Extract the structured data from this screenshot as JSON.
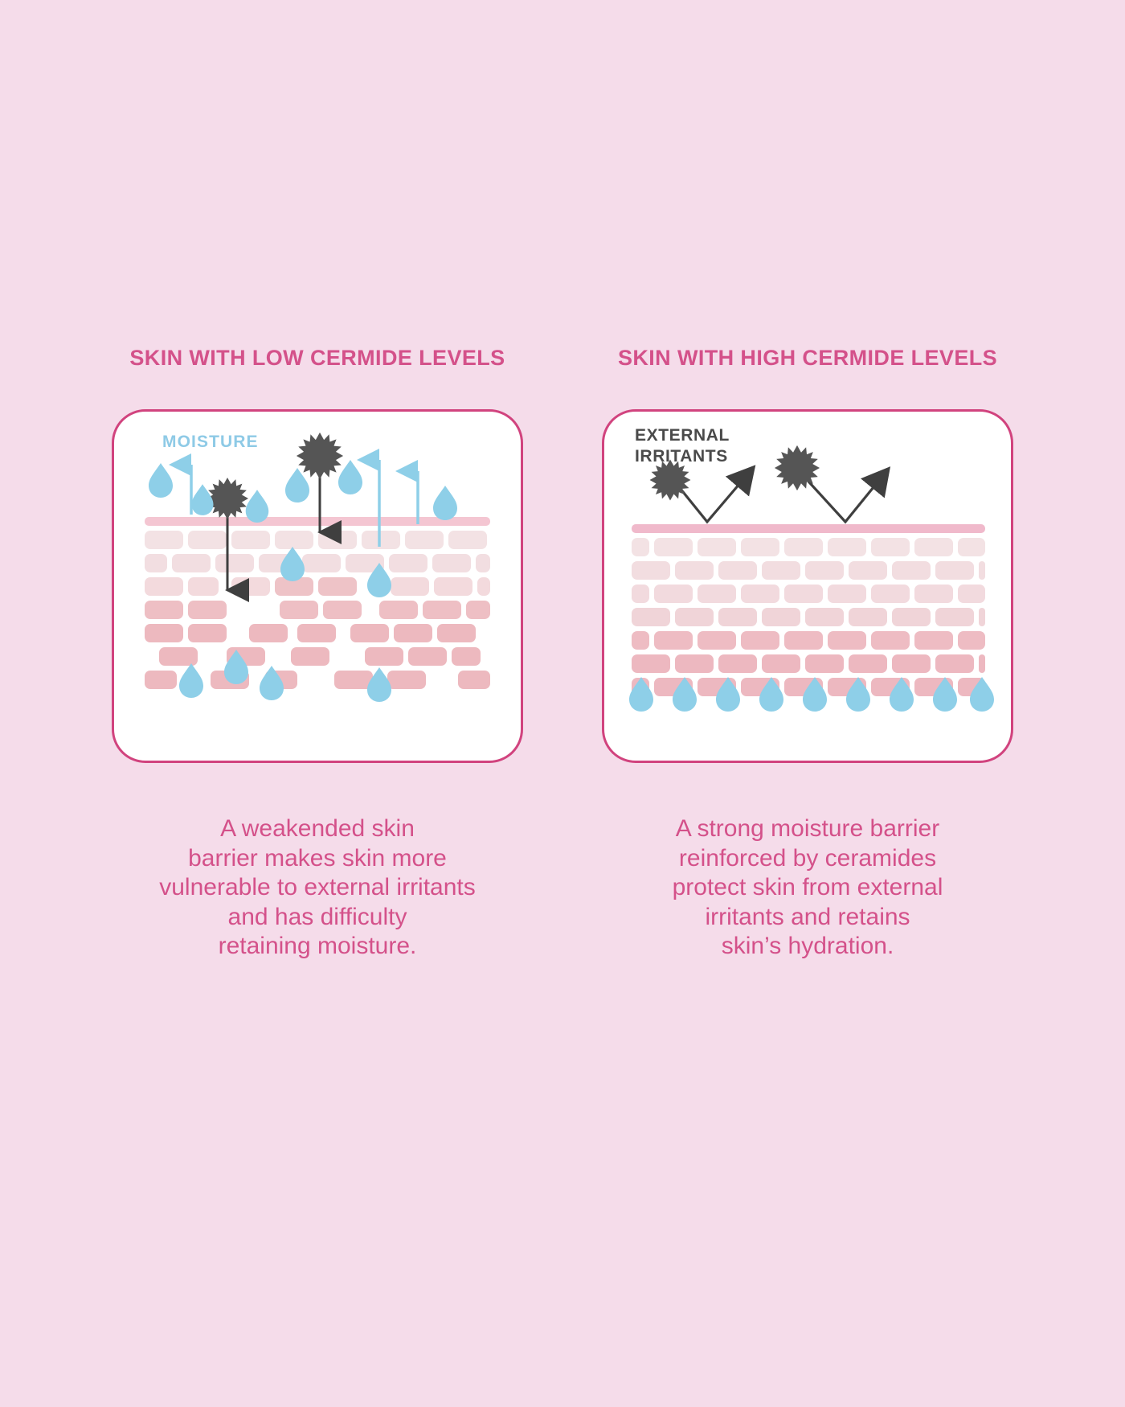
{
  "meta": {
    "background_color": "#f5dcea",
    "title_color": "#d4518a",
    "card_border_color": "#d1437e",
    "card_fill_color": "#ffffff",
    "moisture_label_color": "#8ecae6",
    "irritant_label_color": "#4a4a4a",
    "droplet_color": "#8ecfe8",
    "irritant_color": "#555555",
    "surface_line_color": "#f2c3cf"
  },
  "columns": [
    {
      "id": "low-ceramide",
      "title": "SKIN WITH LOW CERMIDE LEVELS",
      "diagram": {
        "name": "weakened-skin-barrier-diagram",
        "label": "MOISTURE",
        "label_color": "#8ecae6",
        "barrier_state": "damaged",
        "brick_rows": 7,
        "has_gaps": true,
        "moisture_arrows_direction": "up",
        "irritant_arrows_direction": "down",
        "irritant_count": 2,
        "droplet_count": 11
      },
      "caption_lines": [
        "A weakended skin",
        "barrier makes skin more",
        "vulnerable to external irritants",
        "and has difficulty",
        "retaining moisture."
      ]
    },
    {
      "id": "high-ceramide",
      "title": "SKIN WITH HIGH CERMIDE LEVELS",
      "diagram": {
        "name": "strong-skin-barrier-diagram",
        "label_line1": "EXTERNAL",
        "label_line2": "IRRITANTS",
        "label_color": "#4a4a4a",
        "barrier_state": "intact",
        "brick_rows": 7,
        "has_gaps": false,
        "irritant_arrows_direction": "deflected",
        "irritant_count": 2,
        "droplet_count": 9
      },
      "caption_lines": [
        "A strong moisture barrier",
        "reinforced by ceramides",
        "protect skin from external",
        "irritants and retains",
        "skin’s hydration."
      ]
    }
  ]
}
